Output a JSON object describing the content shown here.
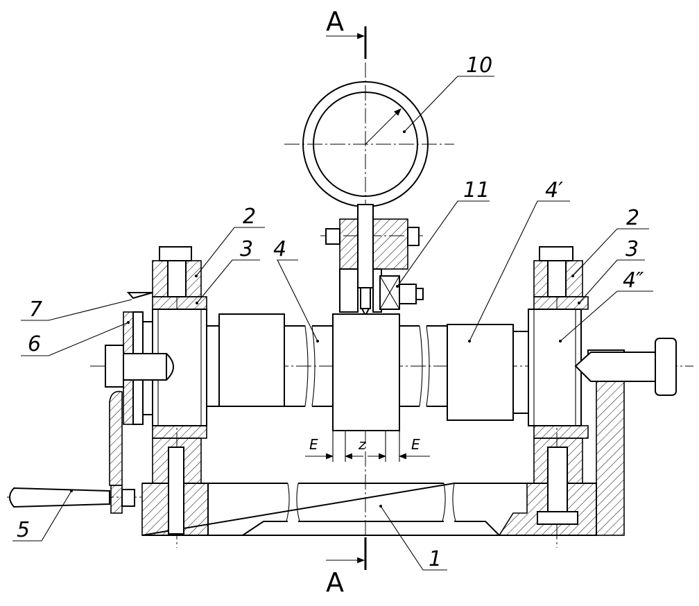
{
  "section": {
    "top": "A",
    "bottom": "A"
  },
  "callouts": {
    "c10": "10",
    "c11": "11",
    "c2_left": "2",
    "c3_left": "3",
    "c4": "4",
    "c4p": "4′",
    "c2_right": "2",
    "c3_right": "3",
    "c4pp": "4″",
    "c7": "7",
    "c6": "6",
    "c5": "5",
    "c1": "1"
  },
  "dimensions": {
    "e_left": "E",
    "z": "z",
    "e_right": "E"
  }
}
